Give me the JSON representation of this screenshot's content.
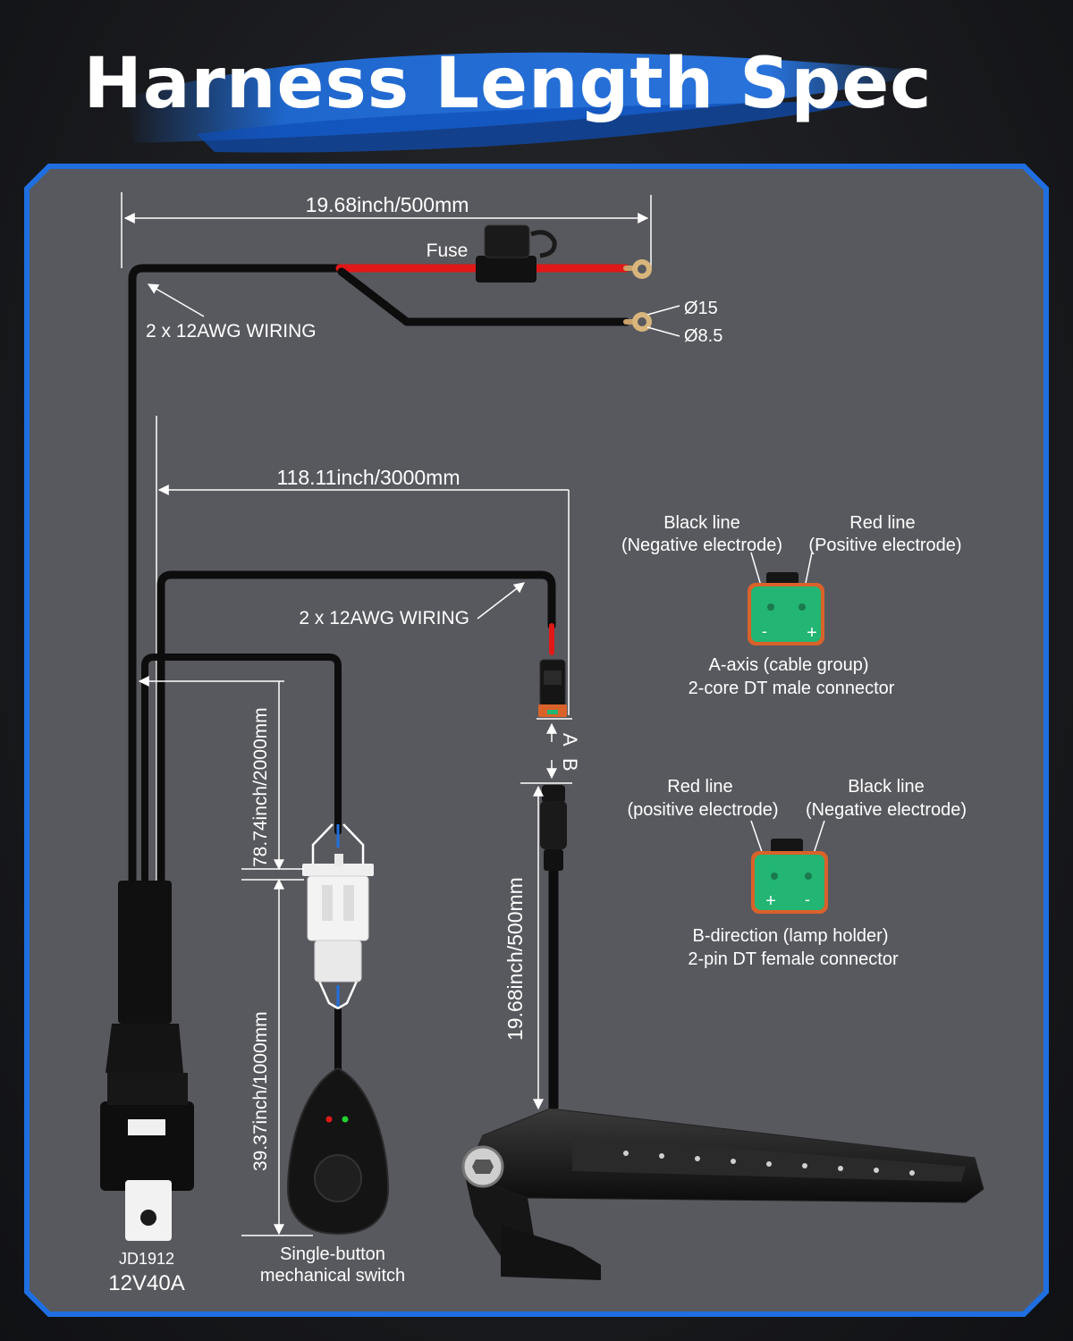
{
  "title": "Harness Length Spec",
  "colors": {
    "accent_blue": "#1f6fe0",
    "panel": "#58595e",
    "wire_red": "#e01818",
    "wire_black": "#0d0d0d",
    "connector_green": "#22b573",
    "connector_orange": "#d9622a"
  },
  "dimensions": {
    "top_length": "19.68inch/500mm",
    "main_length": "118.11inch/3000mm",
    "switch_length_upper": "78.74inch/2000mm",
    "switch_length_lower": "39.37inch/1000mm",
    "lightbar_length": "19.68inch/500mm"
  },
  "labels": {
    "fuse": "Fuse",
    "wiring_top": "2 x 12AWG WIRING",
    "wiring_mid": "2 x 12AWG WIRING",
    "ring_outer": "Ø15",
    "ring_inner": "Ø8.5",
    "axis_a": "A",
    "axis_b": "B",
    "relay_model": "JD1912",
    "relay_rating": "12V40A",
    "switch_line1": "Single-button",
    "switch_line2": "mechanical switch"
  },
  "connector_a": {
    "left_title": "Black line",
    "left_sub": "(Negative electrode)",
    "right_title": "Red line",
    "right_sub": "(Positive electrode)",
    "pin_left": "-",
    "pin_right": "+",
    "caption1": "A-axis (cable group)",
    "caption2": "2-core DT male connector"
  },
  "connector_b": {
    "left_title": "Red line",
    "left_sub": "(positive electrode)",
    "right_title": "Black line",
    "right_sub": "(Negative electrode)",
    "pin_left": "+",
    "pin_right": "-",
    "caption1": "B-direction (lamp holder)",
    "caption2": "2-pin DT female connector"
  }
}
